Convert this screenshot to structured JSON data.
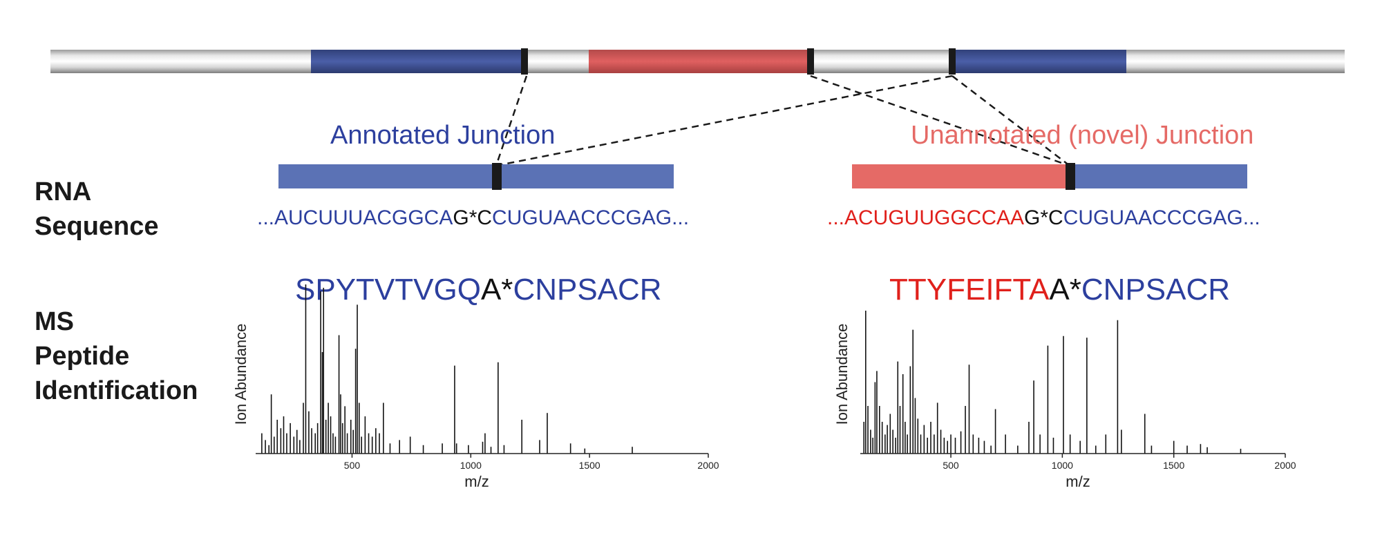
{
  "colors": {
    "blue": "#5b72b5",
    "red": "#e56a66",
    "seq_blue": "#2c3f9e",
    "seq_red": "#e0201b",
    "black": "#111111",
    "gray_bar": "#d0d0d0"
  },
  "row_labels": {
    "rna": [
      "RNA",
      "Sequence"
    ],
    "ms": [
      "MS",
      "Peptide",
      "Identification"
    ]
  },
  "annotated": {
    "title": "Annotated Junction",
    "seq_left": "...AUCUUUACGGCA",
    "seq_mid": "G*C",
    "seq_right": "CUGUAACCCGAG...",
    "pep_left": "SPYTVTVGQ",
    "pep_mid": "A*",
    "pep_right": "CNPSACR"
  },
  "novel": {
    "title": "Unannotated (novel) Junction",
    "seq_left": "...ACUGUUGGCCAA",
    "seq_mid": "G*C",
    "seq_right": "CUGUAACCCGAG...",
    "pep_left": "TTYFEIFTA",
    "pep_mid": "A*",
    "pep_right": "CNPSACR"
  },
  "chart_data": [
    {
      "type": "bar",
      "xlabel": "m/z",
      "ylabel": "Ion Abundance",
      "xlim": [
        100,
        2000
      ],
      "xticks": [
        500,
        1000,
        1500,
        2000
      ],
      "peaks": [
        [
          120,
          0.12
        ],
        [
          135,
          0.08
        ],
        [
          150,
          0.05
        ],
        [
          160,
          0.35
        ],
        [
          172,
          0.1
        ],
        [
          185,
          0.2
        ],
        [
          200,
          0.15
        ],
        [
          212,
          0.22
        ],
        [
          225,
          0.12
        ],
        [
          240,
          0.18
        ],
        [
          255,
          0.1
        ],
        [
          268,
          0.14
        ],
        [
          280,
          0.08
        ],
        [
          295,
          0.3
        ],
        [
          305,
          1.0
        ],
        [
          318,
          0.25
        ],
        [
          330,
          0.15
        ],
        [
          345,
          0.12
        ],
        [
          355,
          0.18
        ],
        [
          368,
          0.96
        ],
        [
          375,
          0.6
        ],
        [
          380,
          0.98
        ],
        [
          390,
          0.2
        ],
        [
          400,
          0.3
        ],
        [
          410,
          0.22
        ],
        [
          420,
          0.12
        ],
        [
          430,
          0.1
        ],
        [
          445,
          0.7
        ],
        [
          452,
          0.35
        ],
        [
          460,
          0.18
        ],
        [
          470,
          0.28
        ],
        [
          480,
          0.12
        ],
        [
          495,
          0.2
        ],
        [
          505,
          0.14
        ],
        [
          515,
          0.62
        ],
        [
          522,
          0.88
        ],
        [
          530,
          0.3
        ],
        [
          540,
          0.1
        ],
        [
          555,
          0.22
        ],
        [
          570,
          0.12
        ],
        [
          585,
          0.1
        ],
        [
          600,
          0.15
        ],
        [
          615,
          0.12
        ],
        [
          632,
          0.3
        ],
        [
          660,
          0.06
        ],
        [
          700,
          0.08
        ],
        [
          745,
          0.1
        ],
        [
          800,
          0.05
        ],
        [
          880,
          0.06
        ],
        [
          932,
          0.52
        ],
        [
          940,
          0.06
        ],
        [
          990,
          0.05
        ],
        [
          1050,
          0.07
        ],
        [
          1060,
          0.12
        ],
        [
          1085,
          0.04
        ],
        [
          1115,
          0.54
        ],
        [
          1140,
          0.05
        ],
        [
          1215,
          0.2
        ],
        [
          1290,
          0.08
        ],
        [
          1322,
          0.24
        ],
        [
          1420,
          0.06
        ],
        [
          1480,
          0.03
        ],
        [
          1680,
          0.04
        ]
      ]
    },
    {
      "type": "bar",
      "xlabel": "m/z",
      "ylabel": "Ion Abundance",
      "xlim": [
        100,
        2000
      ],
      "xticks": [
        500,
        1000,
        1500,
        2000
      ],
      "peaks": [
        [
          110,
          0.2
        ],
        [
          118,
          0.9
        ],
        [
          128,
          0.3
        ],
        [
          140,
          0.15
        ],
        [
          150,
          0.1
        ],
        [
          160,
          0.45
        ],
        [
          168,
          0.52
        ],
        [
          180,
          0.3
        ],
        [
          192,
          0.2
        ],
        [
          205,
          0.12
        ],
        [
          215,
          0.18
        ],
        [
          228,
          0.25
        ],
        [
          240,
          0.15
        ],
        [
          252,
          0.1
        ],
        [
          262,
          0.58
        ],
        [
          272,
          0.3
        ],
        [
          285,
          0.5
        ],
        [
          295,
          0.2
        ],
        [
          305,
          0.12
        ],
        [
          318,
          0.55
        ],
        [
          330,
          0.78
        ],
        [
          340,
          0.35
        ],
        [
          352,
          0.22
        ],
        [
          365,
          0.12
        ],
        [
          380,
          0.18
        ],
        [
          395,
          0.1
        ],
        [
          410,
          0.2
        ],
        [
          425,
          0.12
        ],
        [
          440,
          0.32
        ],
        [
          455,
          0.15
        ],
        [
          470,
          0.1
        ],
        [
          485,
          0.08
        ],
        [
          500,
          0.12
        ],
        [
          520,
          0.1
        ],
        [
          545,
          0.14
        ],
        [
          565,
          0.3
        ],
        [
          582,
          0.56
        ],
        [
          600,
          0.12
        ],
        [
          625,
          0.1
        ],
        [
          650,
          0.08
        ],
        [
          680,
          0.05
        ],
        [
          700,
          0.28
        ],
        [
          745,
          0.12
        ],
        [
          800,
          0.05
        ],
        [
          850,
          0.2
        ],
        [
          872,
          0.46
        ],
        [
          900,
          0.12
        ],
        [
          935,
          0.68
        ],
        [
          960,
          0.1
        ],
        [
          1005,
          0.74
        ],
        [
          1035,
          0.12
        ],
        [
          1080,
          0.08
        ],
        [
          1110,
          0.73
        ],
        [
          1150,
          0.05
        ],
        [
          1195,
          0.12
        ],
        [
          1248,
          0.84
        ],
        [
          1265,
          0.15
        ],
        [
          1370,
          0.25
        ],
        [
          1400,
          0.05
        ],
        [
          1500,
          0.08
        ],
        [
          1560,
          0.05
        ],
        [
          1620,
          0.06
        ],
        [
          1650,
          0.04
        ],
        [
          1800,
          0.03
        ]
      ]
    }
  ]
}
